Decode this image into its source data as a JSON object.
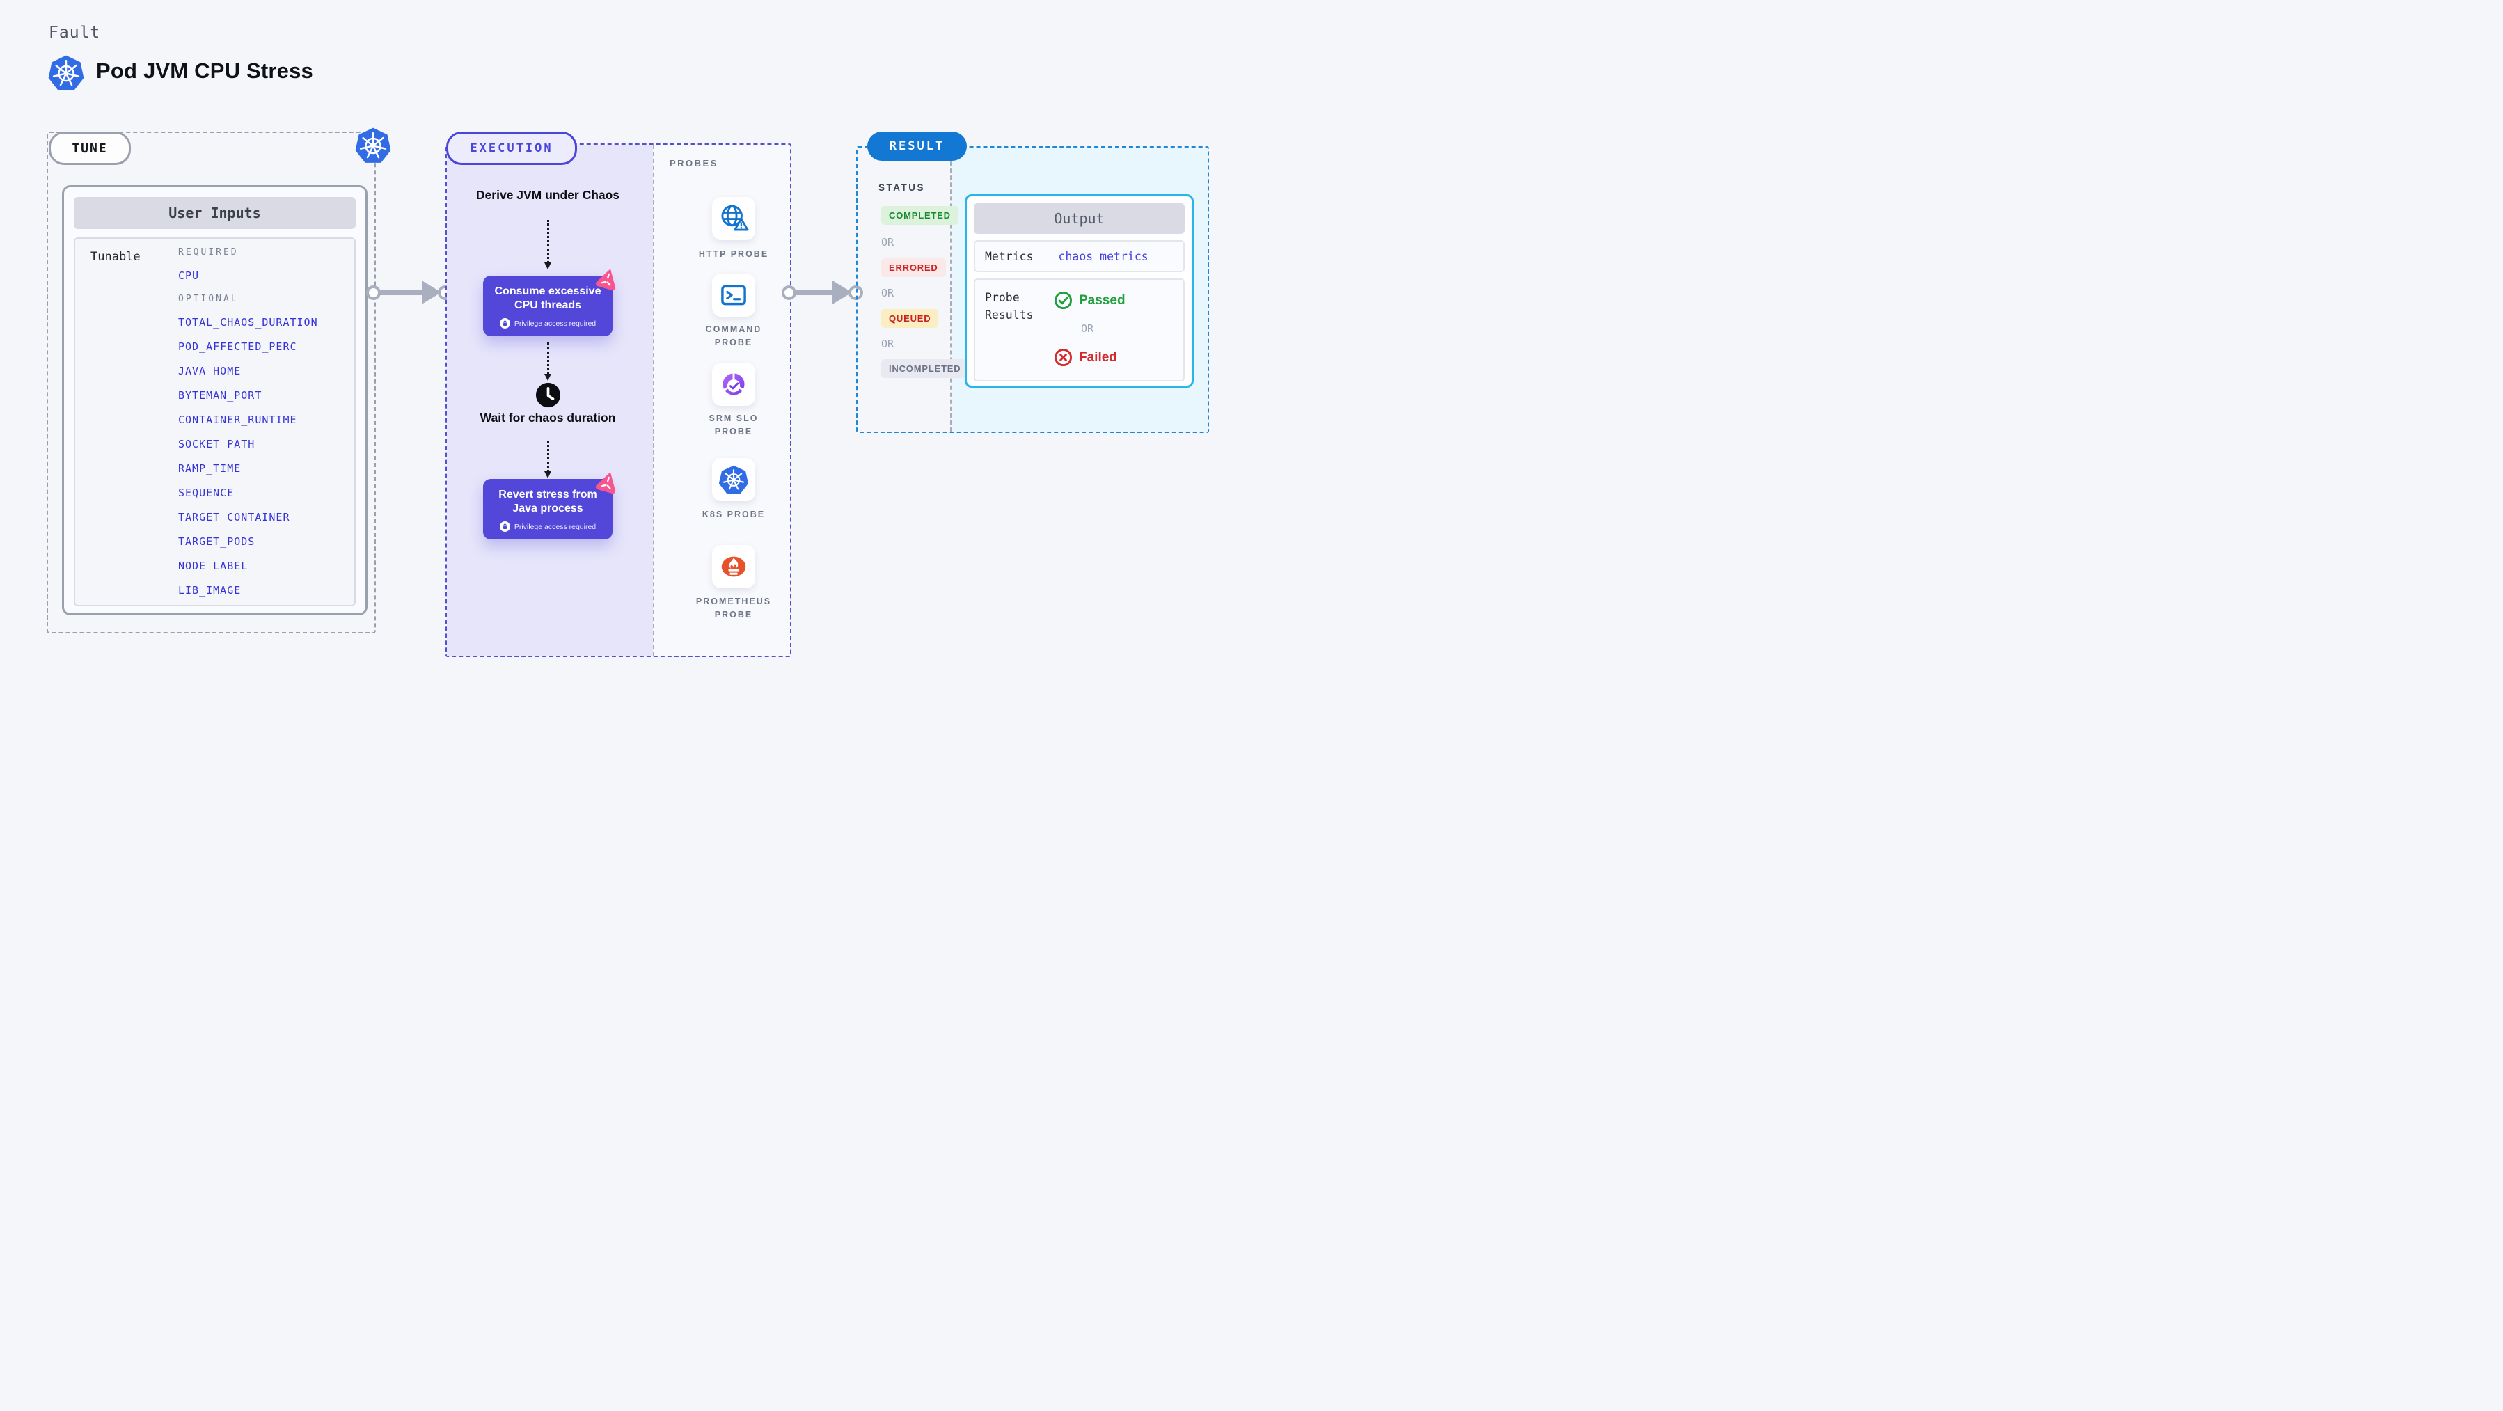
{
  "header": {
    "kicker": "Fault",
    "title": "Pod JVM CPU Stress"
  },
  "tune": {
    "badge": "TUNE",
    "panel_title": "User Inputs",
    "group_label": "Tunable",
    "required_label": "REQUIRED",
    "required": [
      "CPU"
    ],
    "optional_label": "OPTIONAL",
    "optional": [
      "TOTAL_CHAOS_DURATION",
      "POD_AFFECTED_PERC",
      "JAVA_HOME",
      "BYTEMAN_PORT",
      "CONTAINER_RUNTIME",
      "SOCKET_PATH",
      "RAMP_TIME",
      "SEQUENCE",
      "TARGET_CONTAINER",
      "TARGET_PODS",
      "NODE_LABEL",
      "LIB_IMAGE"
    ]
  },
  "execution": {
    "badge": "EXECUTION",
    "derive_title": "Derive JVM under Chaos",
    "consume_title": "Consume excessive CPU threads",
    "wait_title": "Wait for chaos duration",
    "revert_title": "Revert stress from Java process",
    "privilege_note": "Privilege access required"
  },
  "probes": {
    "label": "PROBES",
    "items": [
      {
        "label": "HTTP PROBE",
        "icon": "globe-alert-icon"
      },
      {
        "label": "COMMAND PROBE",
        "icon": "terminal-icon"
      },
      {
        "label": "SRM SLO PROBE",
        "icon": "slo-donut-icon"
      },
      {
        "label": "K8S PROBE",
        "icon": "kubernetes-icon"
      },
      {
        "label": "PROMETHEUS PROBE",
        "icon": "prometheus-flame-icon"
      }
    ]
  },
  "result": {
    "badge": "RESULT",
    "status_label": "STATUS",
    "or_label": "OR",
    "statuses": [
      {
        "label": "COMPLETED",
        "text_color": "#188a2f",
        "bg_color": "#dcf2dd"
      },
      {
        "label": "ERRORED",
        "text_color": "#c92222",
        "bg_color": "#fbe9e9"
      },
      {
        "label": "QUEUED",
        "text_color": "#c92222",
        "bg_color": "#faeec2"
      },
      {
        "label": "INCOMPLETED",
        "text_color": "#6d7386",
        "bg_color": "#e9eaf1"
      }
    ],
    "output": {
      "title": "Output",
      "metrics_label": "Metrics",
      "metrics_value": "chaos metrics",
      "probe_results_label": "Probe Results",
      "passed_label": "Passed",
      "failed_label": "Failed"
    }
  },
  "colors": {
    "kubernetes_blue": "#326ce5",
    "execution_indigo": "#4b46d8",
    "step_box_indigo": "#5247d9",
    "chaos_pink": "#f7558f",
    "probe_icon_blue": "#1374d0",
    "srm_purple": "#7a3bf0",
    "prometheus_orange": "#e6522c",
    "result_blue": "#1377d4",
    "output_border_cyan": "#29b5e8",
    "passed_green": "#1fa03c",
    "failed_red": "#d32b2b"
  }
}
